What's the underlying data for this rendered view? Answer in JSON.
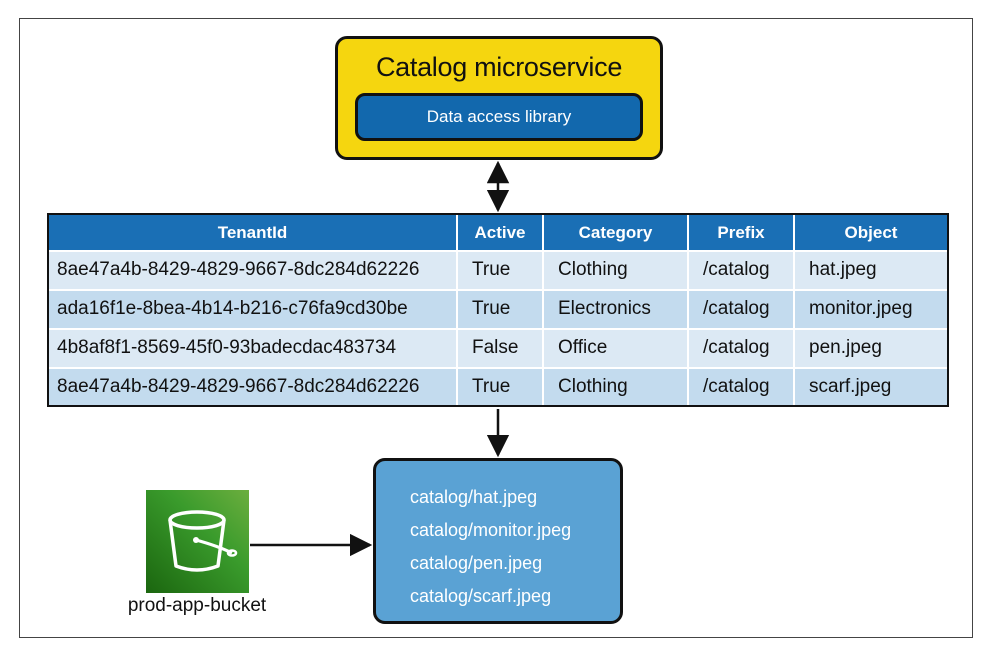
{
  "service": {
    "title": "Catalog microservice",
    "library": "Data access library"
  },
  "table": {
    "headers": [
      "TenantId",
      "Active",
      "Category",
      "Prefix",
      "Object"
    ],
    "rows": [
      [
        "8ae47a4b-8429-4829-9667-8dc284d62226",
        "True",
        "Clothing",
        "/catalog",
        "hat.jpeg"
      ],
      [
        "ada16f1e-8bea-4b14-b216-c76fa9cd30be",
        "True",
        "Electronics",
        "/catalog",
        "monitor.jpeg"
      ],
      [
        "4b8af8f1-8569-45f0-93badecdac483734",
        "False",
        "Office",
        "/catalog",
        "pen.jpeg"
      ],
      [
        "8ae47a4b-8429-4829-9667-8dc284d62226",
        "True",
        "Clothing",
        "/catalog",
        "scarf.jpeg"
      ]
    ]
  },
  "bucket": {
    "name": "prod-app-bucket",
    "icon": "s3-bucket-icon",
    "objects": [
      "catalog/hat.jpeg",
      "catalog/monitor.jpeg",
      "catalog/pen.jpeg",
      "catalog/scarf.jpeg"
    ]
  },
  "colors": {
    "service_fill": "#f5d60f",
    "library_fill": "#1268ad",
    "table_header": "#1a6fb5",
    "row_light": "#dce9f4",
    "row_dark": "#c3dbee",
    "bucket_fill": "#5aa2d4",
    "s3_green": "#3a9b2c"
  }
}
